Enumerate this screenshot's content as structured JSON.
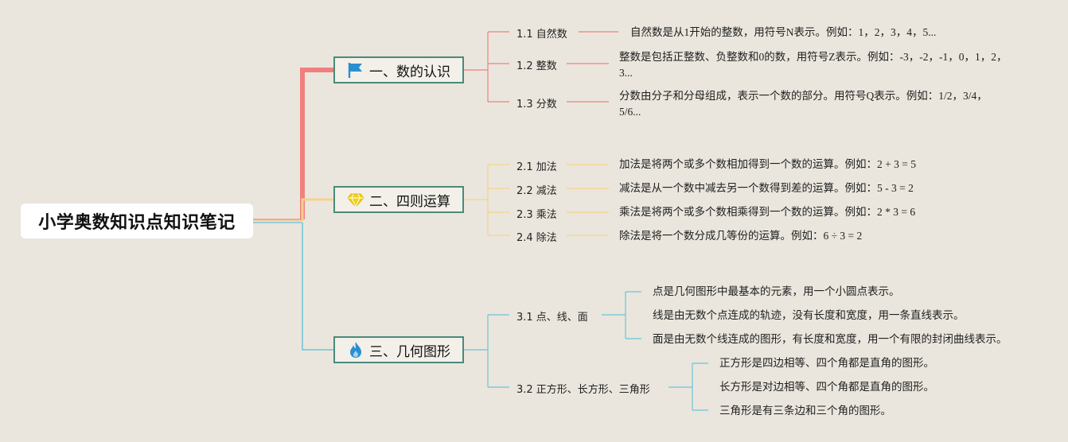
{
  "root": {
    "title": "小学奥数知识点知识笔记"
  },
  "branches": [
    {
      "title": "一、数的认识",
      "icon": "flag-icon",
      "color": "#f08080",
      "subs": [
        {
          "label": "1.1 自然数",
          "text": "自然数是从1开始的整数，用符号N表示。例如：1，2，3，4，5..."
        },
        {
          "label": "1.2 整数",
          "text": "整数是包括正整数、负整数和0的数，用符号Z表示。例如：-3，-2，-1，0，1，2，3..."
        },
        {
          "label": "1.3 分数",
          "text": "分数由分子和分母组成，表示一个数的部分。用符号Q表示。例如：1/2，3/4，5/6..."
        }
      ]
    },
    {
      "title": "二、四则运算",
      "icon": "diamond-icon",
      "color": "#f6d28a",
      "subs": [
        {
          "label": "2.1 加法",
          "text": "加法是将两个或多个数相加得到一个数的运算。例如：2 + 3 = 5"
        },
        {
          "label": "2.2 减法",
          "text": "减法是从一个数中减去另一个数得到差的运算。例如：5 - 3 = 2"
        },
        {
          "label": "2.3 乘法",
          "text": "乘法是将两个或多个数相乘得到一个数的运算。例如：2 * 3 = 6"
        },
        {
          "label": "2.4 除法",
          "text": "除法是将一个数分成几等份的运算。例如：6 ÷ 3 = 2"
        }
      ]
    },
    {
      "title": "三、几何图形",
      "icon": "fire-icon",
      "color": "#6cc3d8",
      "subs": [
        {
          "label": "3.1 点、线、面",
          "items": [
            "点是几何图形中最基本的元素，用一个小圆点表示。",
            "线是由无数个点连成的轨迹，没有长度和宽度，用一条直线表示。",
            "面是由无数个线连成的图形，有长度和宽度，用一个有限的封闭曲线表示。"
          ]
        },
        {
          "label": "3.2 正方形、长方形、三角形",
          "items": [
            "正方形是四边相等、四个角都是直角的图形。",
            "长方形是对边相等、四个角都是直角的图形。",
            "三角形是有三条边和三个角的图形。"
          ]
        }
      ]
    }
  ],
  "colors": {
    "background": "#eae6dd",
    "branch_border": "#4a8a7a",
    "flag": "#2a8fd0",
    "diamond": "#f2d11b",
    "fire": "#2a8fd0"
  }
}
